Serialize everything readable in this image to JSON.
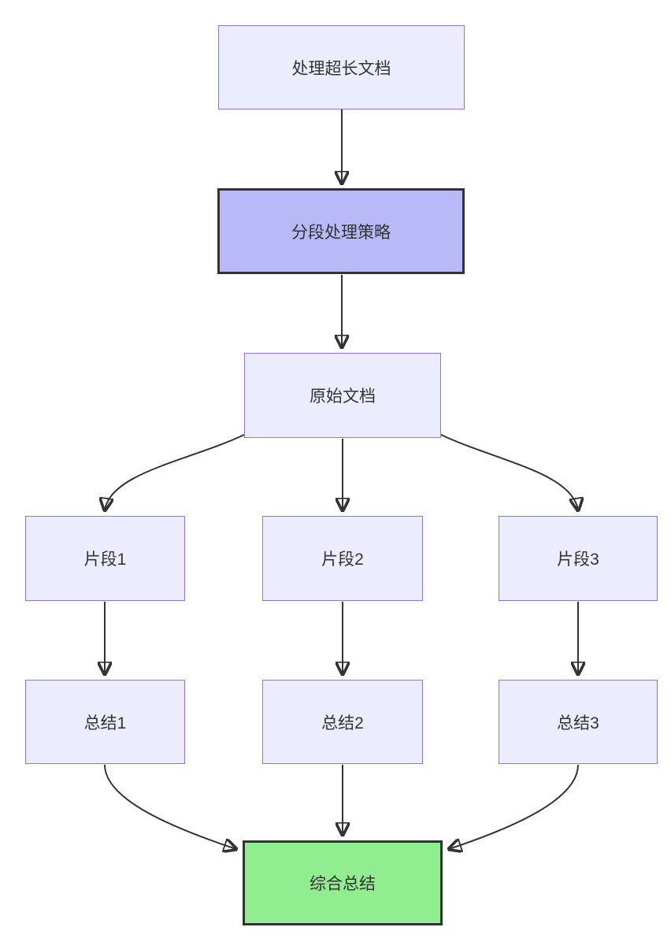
{
  "diagram": {
    "type": "flowchart",
    "direction": "top-down",
    "nodes": {
      "process_long_doc": {
        "label": "处理超长文档",
        "style": "default"
      },
      "strategy": {
        "label": "分段处理策略",
        "style": "emphasis"
      },
      "original_doc": {
        "label": "原始文档",
        "style": "default"
      },
      "fragment1": {
        "label": "片段1",
        "style": "default"
      },
      "fragment2": {
        "label": "片段2",
        "style": "default"
      },
      "fragment3": {
        "label": "片段3",
        "style": "default"
      },
      "summary1": {
        "label": "总结1",
        "style": "default"
      },
      "summary2": {
        "label": "总结2",
        "style": "default"
      },
      "summary3": {
        "label": "总结3",
        "style": "default"
      },
      "combined_summary": {
        "label": "综合总结",
        "style": "result"
      }
    },
    "edges": [
      {
        "from": "处理超长文档",
        "to": "分段处理策略"
      },
      {
        "from": "分段处理策略",
        "to": "原始文档"
      },
      {
        "from": "原始文档",
        "to": "片段1"
      },
      {
        "from": "原始文档",
        "to": "片段2"
      },
      {
        "from": "原始文档",
        "to": "片段3"
      },
      {
        "from": "片段1",
        "to": "总结1"
      },
      {
        "from": "片段2",
        "to": "总结2"
      },
      {
        "from": "片段3",
        "to": "总结3"
      },
      {
        "from": "总结1",
        "to": "综合总结"
      },
      {
        "from": "总结2",
        "to": "综合总结"
      },
      {
        "from": "总结3",
        "to": "综合总结"
      }
    ],
    "colors": {
      "background": "#FFFFFF",
      "default_fill": "#ECECFF",
      "default_border": "#9370DB",
      "emphasis_fill": "#B9B9F8",
      "emphasis_border": "#333333",
      "result_fill": "#90EE90",
      "result_border": "#333333",
      "edge": "#333333",
      "text": "#333333"
    }
  }
}
